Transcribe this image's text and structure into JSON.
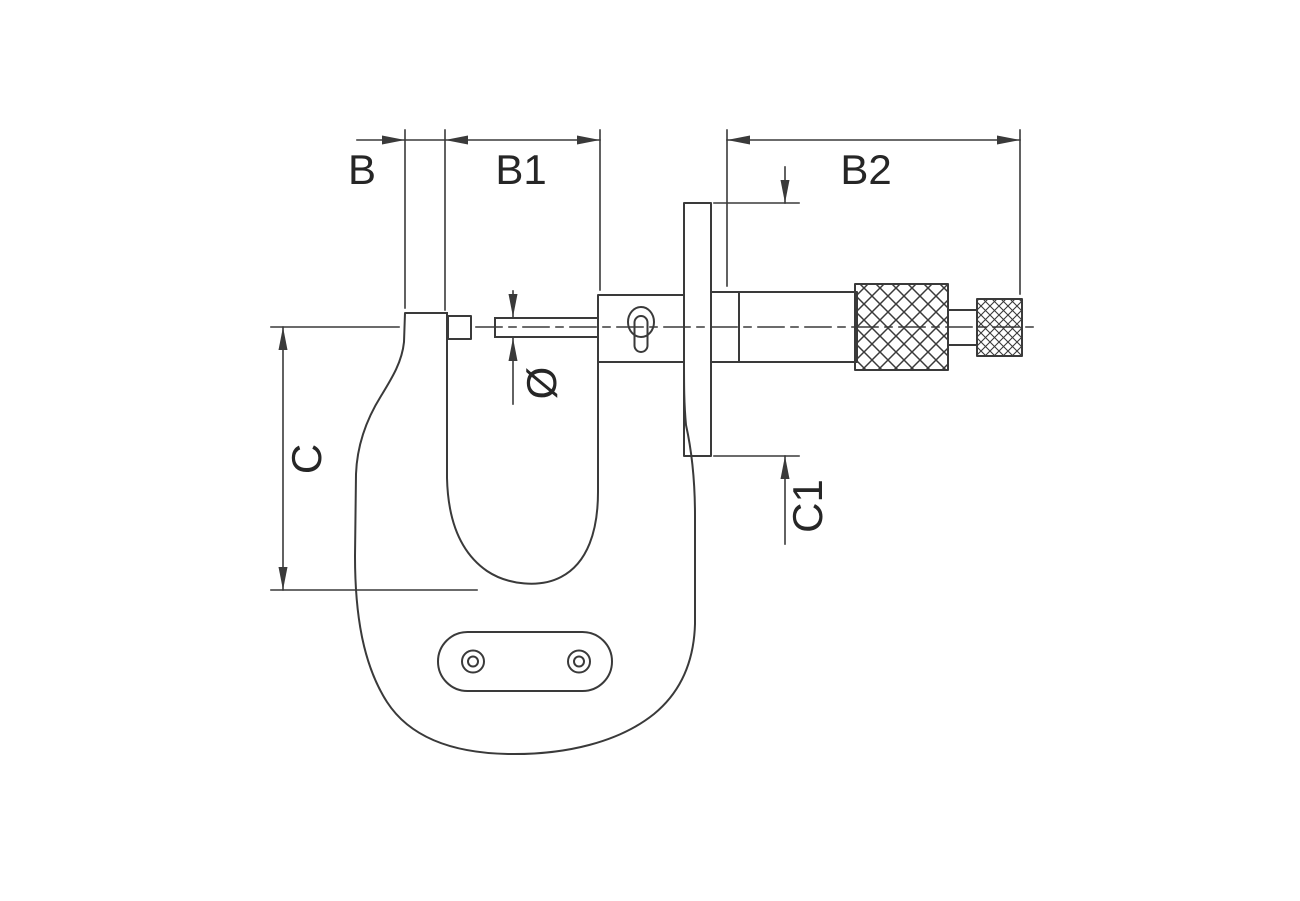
{
  "colors": {
    "line": "#3a3a3a",
    "text": "#262626",
    "background": "#ffffff"
  },
  "labels": {
    "dim_b": "B",
    "dim_b1": "B1",
    "dim_b2": "B2",
    "dim_diameter": "Ø",
    "dim_c": "C",
    "dim_c1": "C1"
  }
}
